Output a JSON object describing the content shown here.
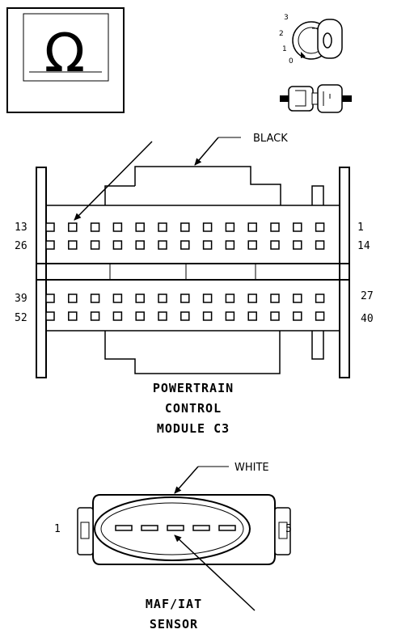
{
  "omega_symbol": "Ω",
  "ignition_positions": [
    "3",
    "2",
    "1",
    "0"
  ],
  "pcm": {
    "color_label": "BLACK",
    "pin_labels": {
      "row1_left": "13",
      "row1_right": "1",
      "row2_left": "26",
      "row2_right": "14",
      "row3_left": "39",
      "row3_right": "27",
      "row4_left": "52",
      "row4_right": "40"
    },
    "title_line1": "POWERTRAIN",
    "title_line2": "CONTROL",
    "title_line3": "MODULE C3"
  },
  "maf": {
    "color_label": "WHITE",
    "pin_left": "1",
    "pin_right": "5",
    "title_line1": "MAF/IAT",
    "title_line2": "SENSOR"
  }
}
